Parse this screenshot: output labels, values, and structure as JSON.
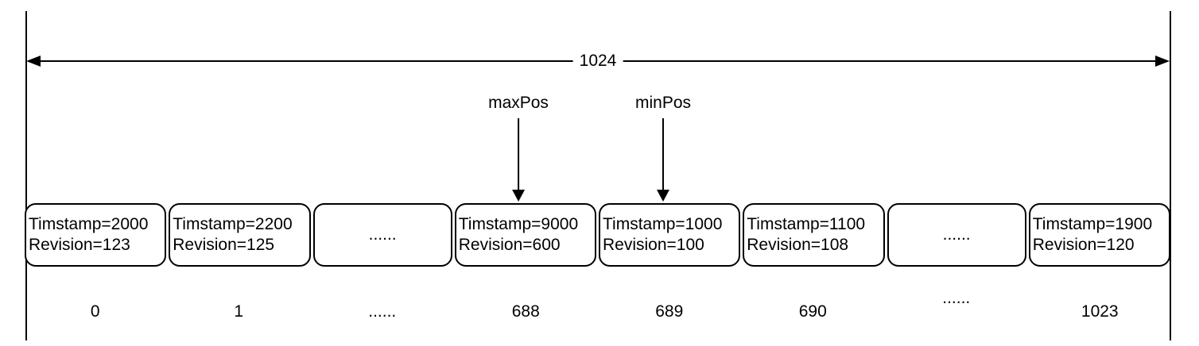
{
  "diagram": {
    "capacity_label": "1024",
    "pointers": [
      {
        "label": "maxPos",
        "points_to_index": "688"
      },
      {
        "label": "minPos",
        "points_to_index": "689"
      }
    ],
    "slots": [
      {
        "line1": "Timstamp=2000",
        "line2": "Revision=123",
        "index": "0"
      },
      {
        "line1": "Timstamp=2200",
        "line2": "Revision=125",
        "index": "1"
      },
      {
        "dots": "......",
        "index": "......"
      },
      {
        "line1": "Timstamp=9000",
        "line2": "Revision=600",
        "index": "688"
      },
      {
        "line1": "Timstamp=1000",
        "line2": "Revision=100",
        "index": "689"
      },
      {
        "line1": "Timstamp=1100",
        "line2": "Revision=108",
        "index": "690"
      },
      {
        "dots": "......",
        "index": "......"
      },
      {
        "line1": "Timstamp=1900",
        "line2": "Revision=120",
        "index": "1023"
      }
    ]
  }
}
